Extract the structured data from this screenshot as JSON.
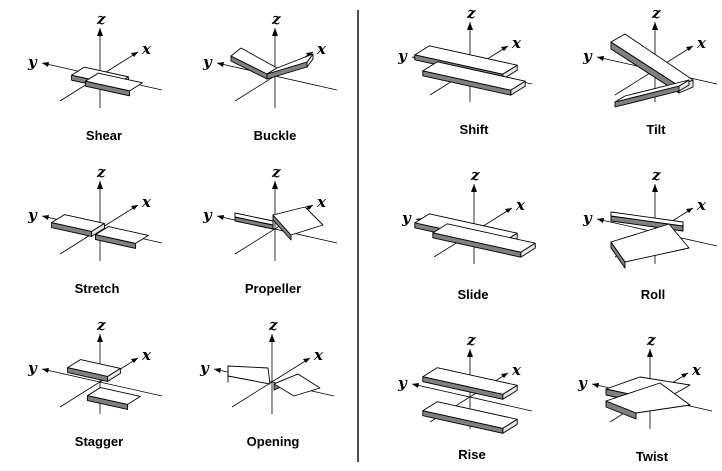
{
  "axis_labels": {
    "x": "x",
    "y": "y",
    "z": "z"
  },
  "panels": [
    {
      "id": "shear",
      "label": "Shear"
    },
    {
      "id": "buckle",
      "label": "Buckle"
    },
    {
      "id": "stretch",
      "label": "Stretch"
    },
    {
      "id": "propeller",
      "label": "Propeller"
    },
    {
      "id": "stagger",
      "label": "Stagger"
    },
    {
      "id": "opening",
      "label": "Opening"
    },
    {
      "id": "shift",
      "label": "Shift"
    },
    {
      "id": "tilt",
      "label": "Tilt"
    },
    {
      "id": "slide",
      "label": "Slide"
    },
    {
      "id": "roll",
      "label": "Roll"
    },
    {
      "id": "rise",
      "label": "Rise"
    },
    {
      "id": "twist",
      "label": "Twist"
    }
  ]
}
